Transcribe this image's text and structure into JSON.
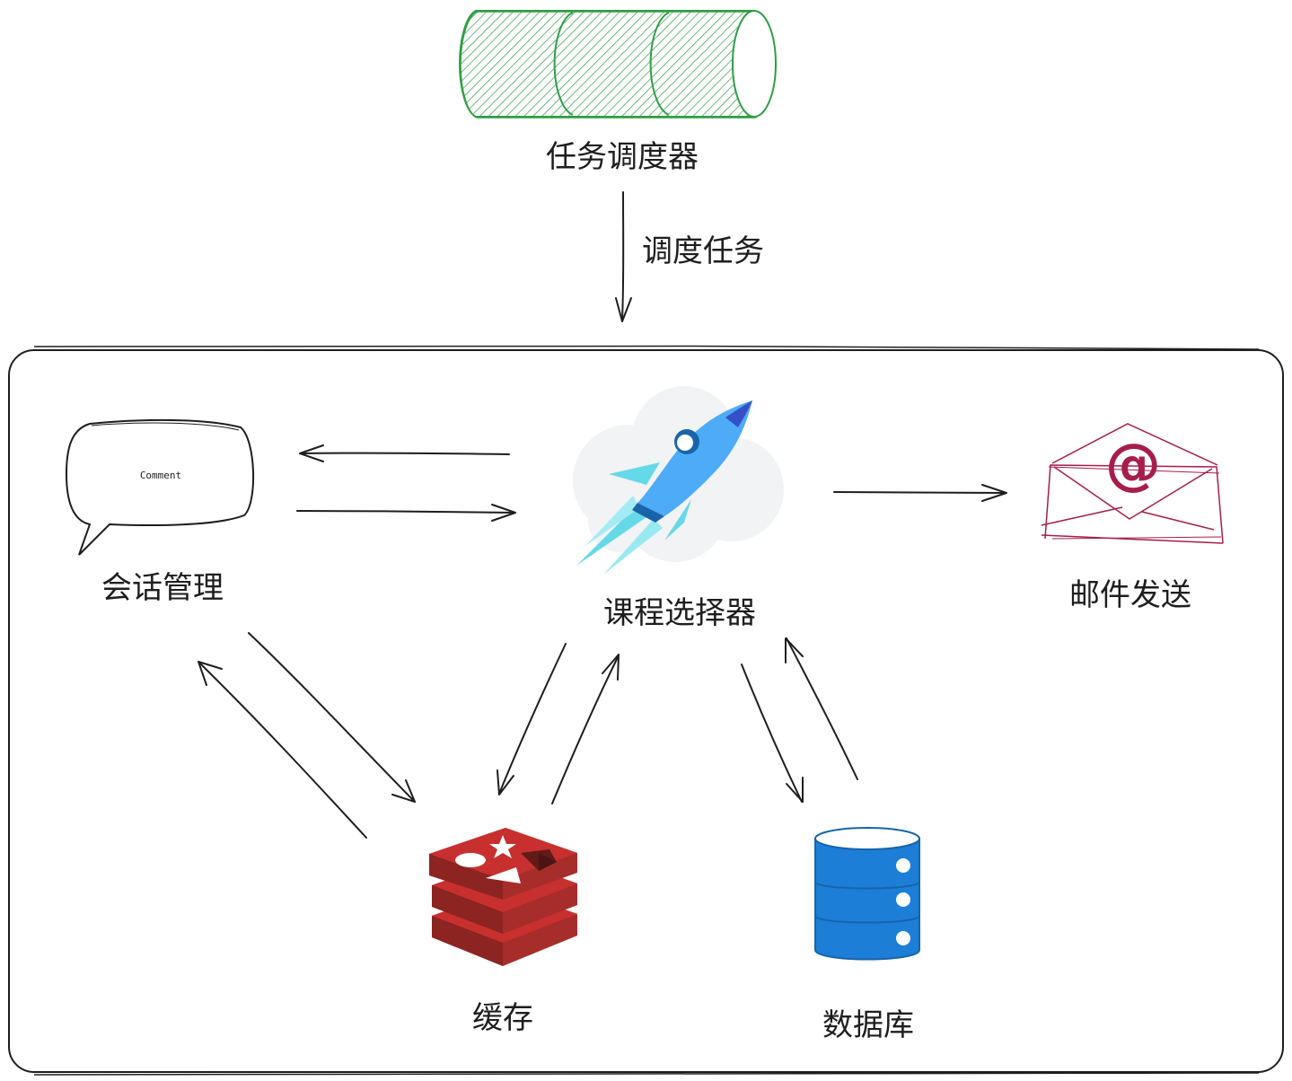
{
  "diagram": {
    "nodes": {
      "scheduler": {
        "label": "任务调度器"
      },
      "session": {
        "label": "会话管理",
        "bubble_text": "Comment"
      },
      "selector": {
        "label": "课程选择器"
      },
      "mail": {
        "label": "邮件发送"
      },
      "cache": {
        "label": "缓存"
      },
      "database": {
        "label": "数据库"
      }
    },
    "edges": {
      "scheduler_to_system": {
        "label": "调度任务"
      }
    },
    "colors": {
      "stroke": "#1e1e1e",
      "scheduler_green": "#2f9e44",
      "mail_magenta": "#a61e4d",
      "redis_red": "#c7302f",
      "redis_dark": "#8c2421",
      "db_blue": "#1c7ed6",
      "rocket_blue": "#4dabf7",
      "rocket_cyan": "#66d9e8",
      "cloud_grey": "#f1f3f5"
    },
    "icons": {
      "scheduler": "cylinder-icon",
      "session": "speech-bubble-icon",
      "selector": "rocket-icon",
      "mail": "email-envelope-icon",
      "cache": "redis-icon",
      "database": "database-icon"
    }
  }
}
